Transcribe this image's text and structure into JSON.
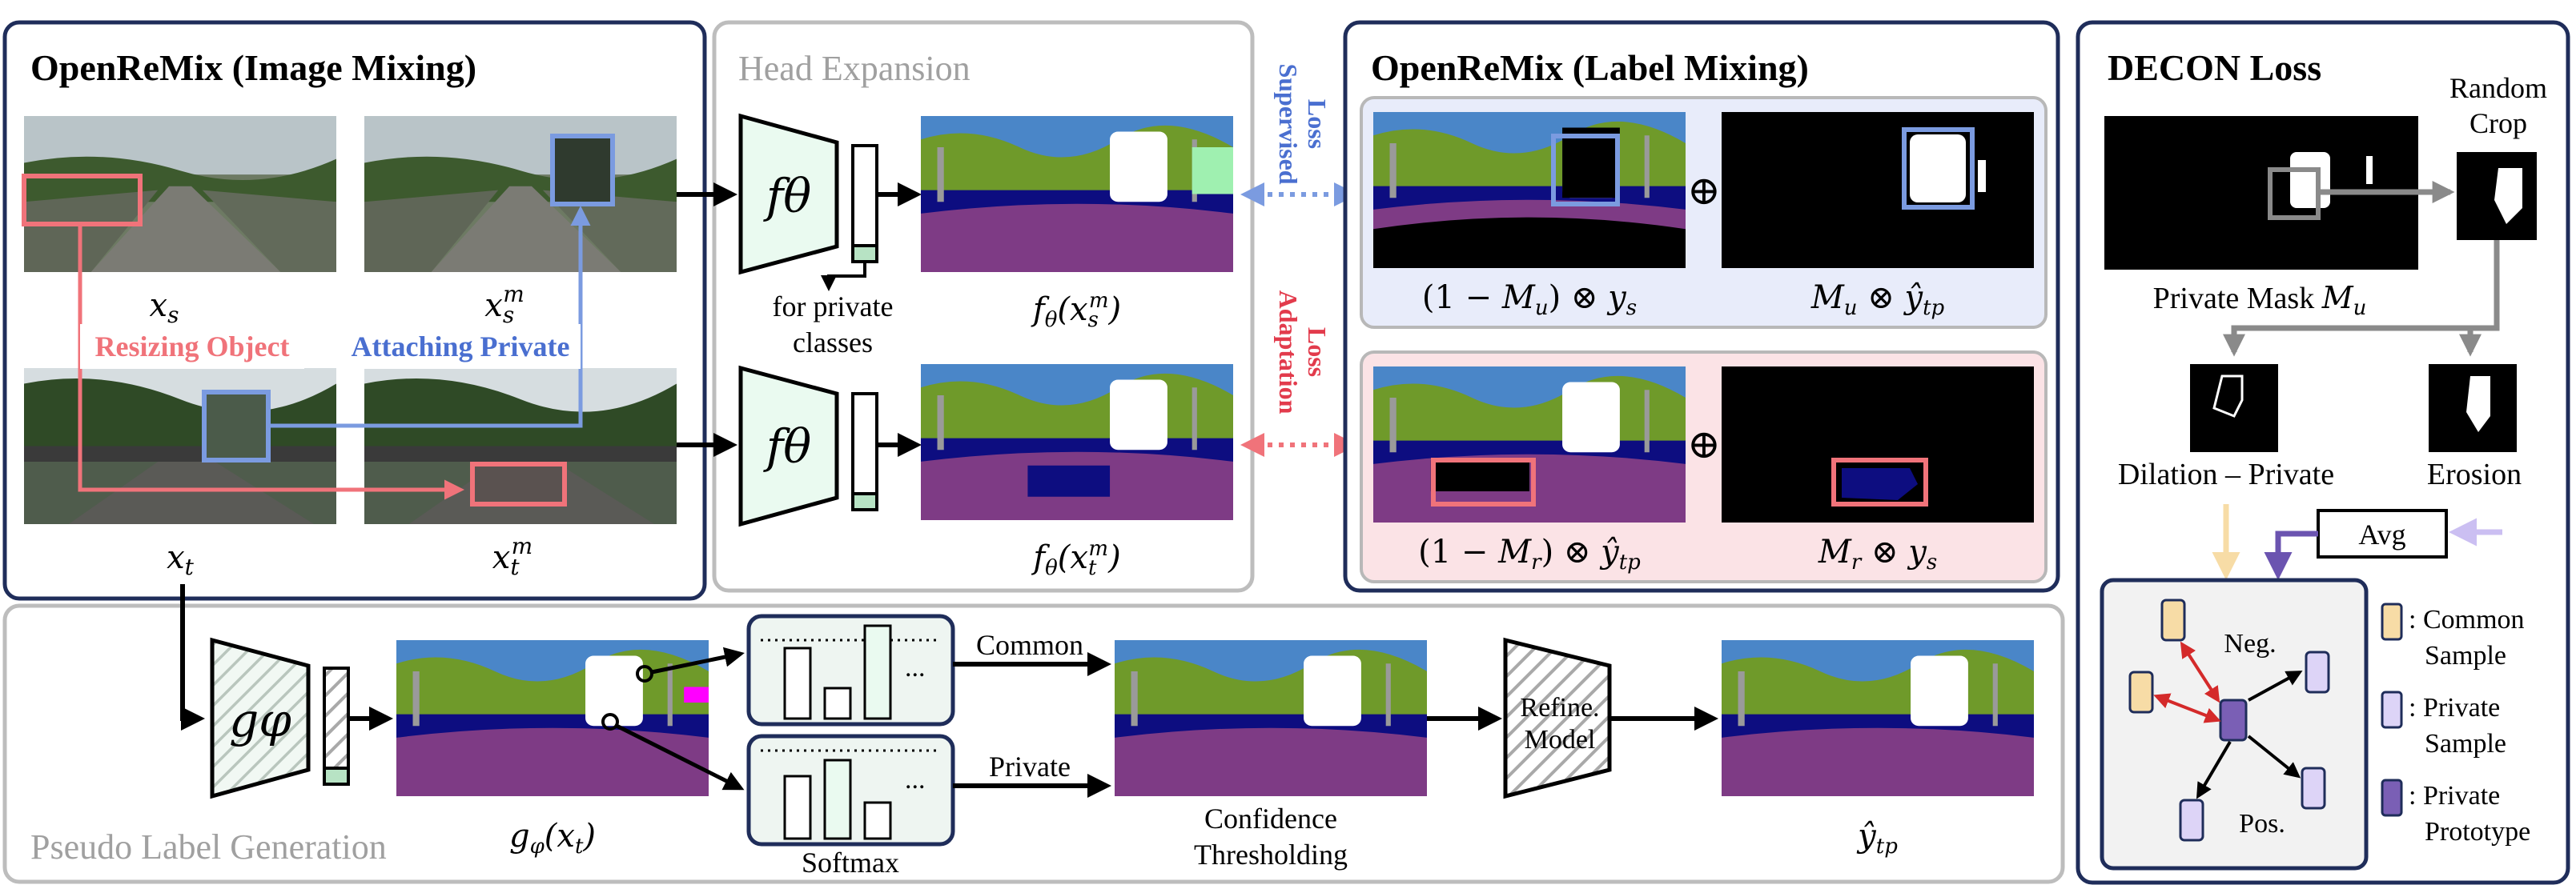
{
  "panels": {
    "image_mixing": {
      "title": "OpenReMix (Image Mixing)",
      "label_xs": "xs",
      "label_xsm": "xsm",
      "label_xt": "xt",
      "label_xtm": "xtm",
      "resizing": "Resizing Object",
      "attaching": "Attaching Private"
    },
    "head_expansion": {
      "title": "Head Expansion",
      "f_symbol": "fθ",
      "private_note_line1": "for private",
      "private_note_line2": "classes",
      "out_top": "fθ(xsm)",
      "out_bottom": "fθ(xtm)"
    },
    "losses": {
      "supervised_1": "Supervised",
      "supervised_2": "Loss",
      "adaptation_1": "Adaptation",
      "adaptation_2": "Loss"
    },
    "label_mixing": {
      "title": "OpenReMix (Label Mixing)",
      "cap_top_left": "(1 − Mu) ⊗ ys",
      "cap_top_right": "Mu ⊗ ŷtp",
      "cap_bottom_left": "(1 − Mr) ⊗ ŷtp",
      "cap_bottom_right": "Mr ⊗ ys",
      "oplus": "⊕"
    },
    "decon": {
      "title": "DECON Loss",
      "random_crop_1": "Random",
      "random_crop_2": "Crop",
      "private_mask": "Private Mask Mu",
      "dilation": "Dilation – Private",
      "erosion": "Erosion",
      "avg": "Avg",
      "neg": "Neg.",
      "pos": "Pos.",
      "legend": [
        {
          "line1": ": Common",
          "line2": "Sample"
        },
        {
          "line1": ": Private",
          "line2": "Sample"
        },
        {
          "line1": ": Private",
          "line2": "Prototype"
        }
      ]
    },
    "pseudo": {
      "title": "Pseudo Label Generation",
      "g_symbol": "gφ",
      "g_out": "gφ(xt)",
      "common": "Common",
      "private": "Private",
      "softmax": "Softmax",
      "confidence_1": "Confidence",
      "confidence_2": "Thresholding",
      "refine_1": "Refine.",
      "refine_2": "Model",
      "yhat": "ŷtp",
      "dots": "..."
    }
  },
  "colors": {
    "navy": "#1f2d5a",
    "gray_border": "#b8b8b8",
    "pink": "#f0737a",
    "blue_accent": "#7b9be0",
    "mint": "#eafaf0",
    "lavender_bg": "#e8ecfa",
    "pink_bg": "#fbe3e6",
    "common_sample": "#f7dca6",
    "private_sample": "#ddd4f7",
    "private_prototype": "#7a5fb5"
  }
}
